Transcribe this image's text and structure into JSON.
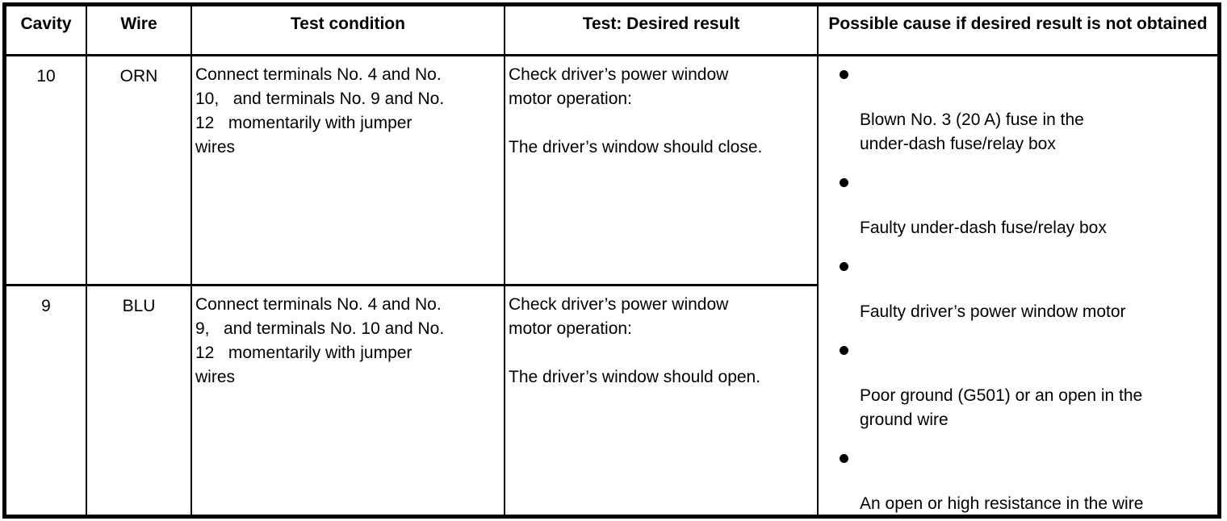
{
  "table": {
    "headers": {
      "cavity": "Cavity",
      "wire": "Wire",
      "test_condition": "Test condition",
      "desired_result": "Test: Desired result",
      "possible_cause": "Possible cause if desired result is not obtained"
    },
    "rows": [
      {
        "cavity": "10",
        "wire": "ORN",
        "test_condition": "Connect terminals No. 4 and No.\n10,   and terminals No. 9 and No.\n12   momentarily with jumper\nwires",
        "desired_result": "Check driver’s power window\nmotor operation:\n\nThe driver’s window should close."
      },
      {
        "cavity": "9",
        "wire": "BLU",
        "test_condition": "Connect terminals No. 4 and No.\n9,   and terminals No. 10 and No.\n12   momentarily with jumper\nwires",
        "desired_result": "Check driver’s power window\nmotor operation:\n\nThe driver’s window should open."
      }
    ],
    "possible_causes": [
      "Blown No. 3 (20 A) fuse in the\nunder-dash fuse/relay box",
      "Faulty under-dash fuse/relay box",
      "Faulty driver’s power window motor",
      "Poor ground (G501) or an open in the\nground wire",
      "An open or high resistance in the wire"
    ],
    "colors": {
      "border": "#000000",
      "background": "#ffffff",
      "text": "#000000"
    }
  }
}
